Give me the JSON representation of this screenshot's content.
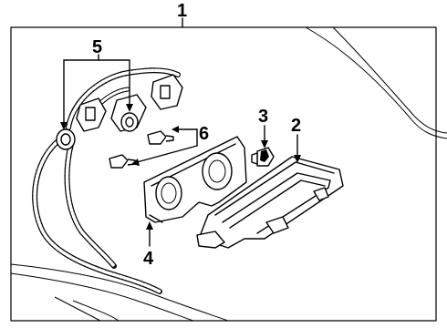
{
  "callouts": {
    "c1": "1",
    "c2": "2",
    "c3": "3",
    "c4": "4",
    "c5": "5",
    "c6": "6"
  },
  "parts": [
    {
      "callout": "1",
      "icon": "assembly-bracket"
    },
    {
      "callout": "2",
      "icon": "high-mount-lamp-lens"
    },
    {
      "callout": "3",
      "icon": "bulb-socket"
    },
    {
      "callout": "4",
      "icon": "lamp-housing"
    },
    {
      "callout": "5",
      "icon": "wiring-connector"
    },
    {
      "callout": "6",
      "icon": "bulb"
    }
  ]
}
